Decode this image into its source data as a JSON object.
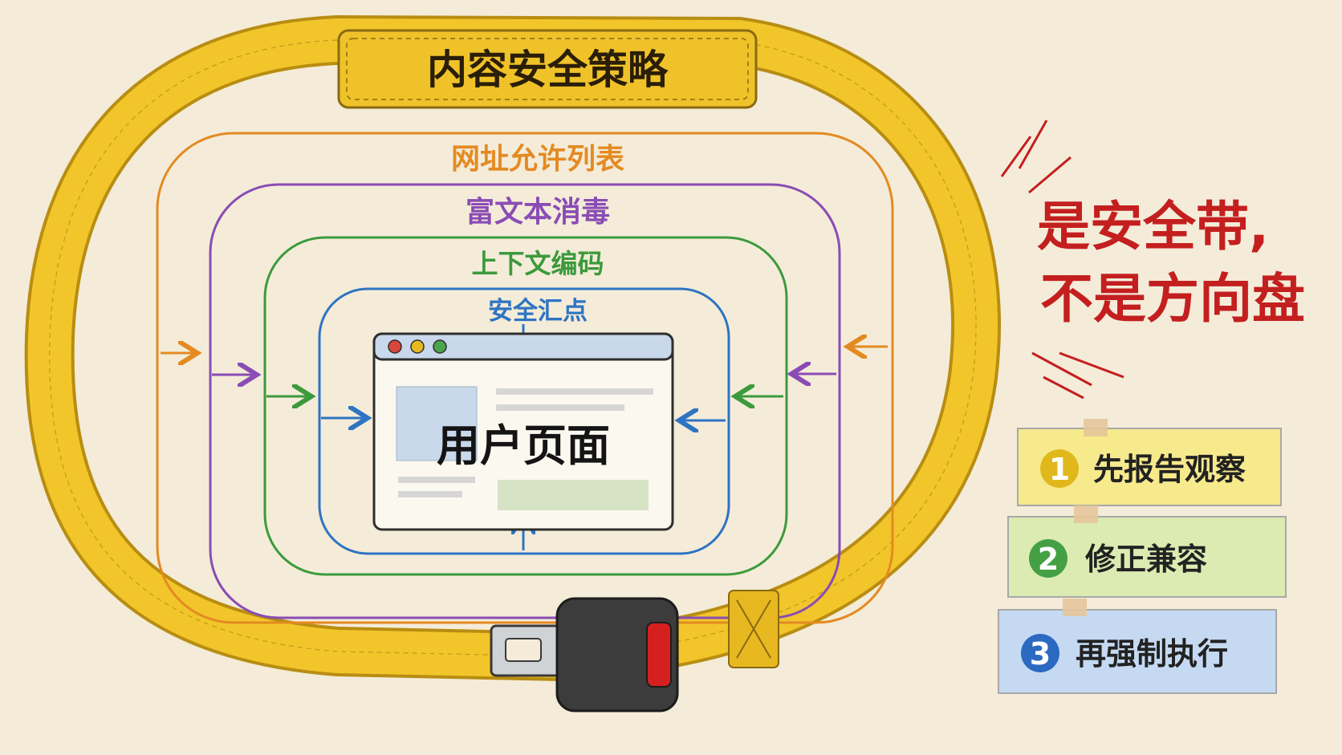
{
  "belt": {
    "title": "内容安全策略",
    "color": "#f2c62a",
    "edge_color": "#b88d12",
    "buckle_color": "#3c3c3c",
    "button_color": "#d62020"
  },
  "layers": [
    {
      "label": "网址允许列表",
      "color": "#e48a22"
    },
    {
      "label": "富文本消毒",
      "color": "#8a4cb4"
    },
    {
      "label": "上下文编码",
      "color": "#3c9a3c"
    },
    {
      "label": "安全汇点",
      "color": "#2e74c2"
    }
  ],
  "browser": {
    "label": "用户页面",
    "dots": [
      "#d9463c",
      "#e8b820",
      "#4aa64a"
    ]
  },
  "slogan": {
    "line1": "是安全带,",
    "line2": "不是方向盘",
    "color": "#c41f1f"
  },
  "steps": [
    {
      "number": "1",
      "label": "先报告观察",
      "badge_color": "#e0b81c",
      "card_color": "#f7ea8c"
    },
    {
      "number": "2",
      "label": "修正兼容",
      "badge_color": "#45a045",
      "card_color": "#dcebb2"
    },
    {
      "number": "3",
      "label": "再强制执行",
      "badge_color": "#2c6ac2",
      "card_color": "#c5daf2"
    }
  ]
}
